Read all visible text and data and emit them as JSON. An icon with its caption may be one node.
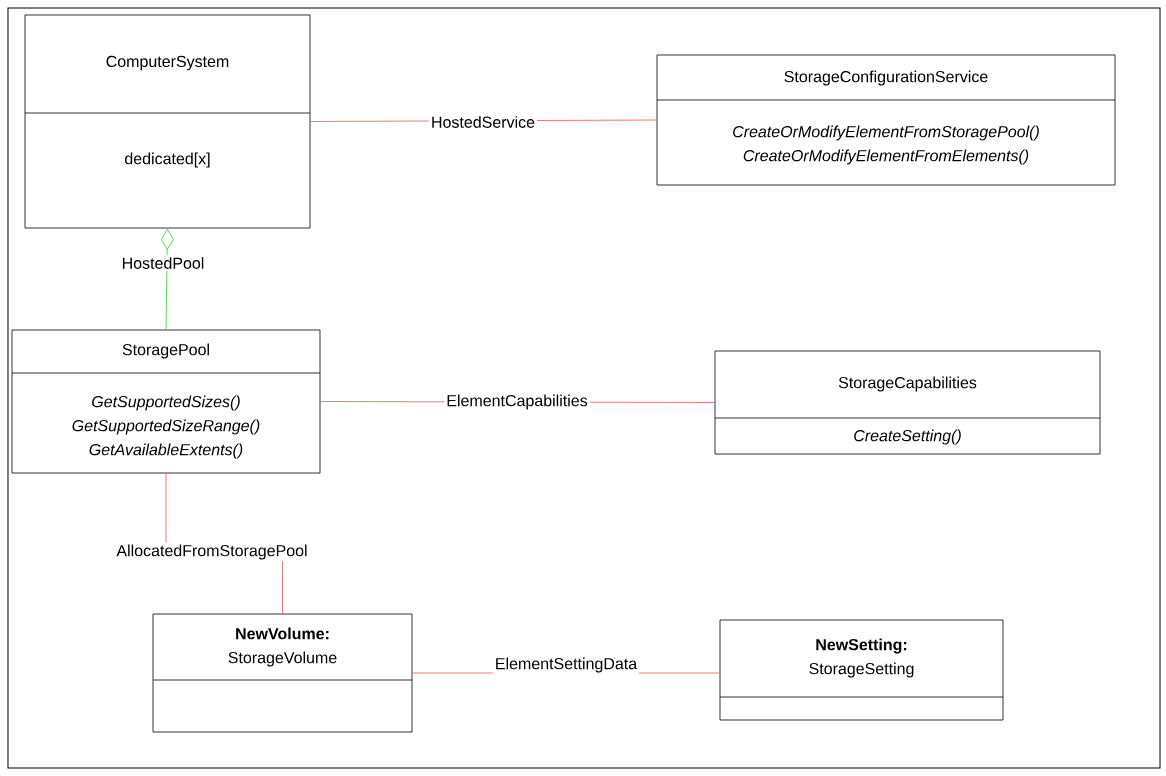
{
  "diagram": {
    "nodes": [
      {
        "text": [
          "ComputerSystem",
          "dedicated[x]"
        ]
      },
      {
        "text": [
          "StorageConfigurationService",
          "CreateOrModifyElementFromStoragePool() CreateOrModifyElementFromElements()"
        ]
      },
      {
        "text": [
          "StoragePool",
          "GetSupportedSizes() GetSupportedSizeRange() GetAvailableExtents()"
        ]
      },
      {
        "text": [
          "StorageCapabilities",
          "CreateSetting()"
        ]
      },
      {
        "text": [
          "**NewVolume:** StorageVolume"
        ]
      },
      {
        "text": [
          "**NewSetting:** StorageSetting"
        ]
      }
    ],
    "edges": [
      {
        "from": 0,
        "to": 1,
        "arrow": "none",
        "label": "HostedService"
      },
      {
        "from": 0,
        "to": 2,
        "arrow": "other",
        "label": "HostedPool",
        "color": "#33cc33"
      },
      {
        "from": 2,
        "to": 3,
        "arrow": "none",
        "label": "ElementCapabilities"
      },
      {
        "from": 2,
        "to": 4,
        "arrow": "none",
        "label": "AllocatedFromStoragePool"
      },
      {
        "from": 4,
        "to": 5,
        "arrow": "none",
        "label": "ElementSettingData"
      }
    ]
  }
}
